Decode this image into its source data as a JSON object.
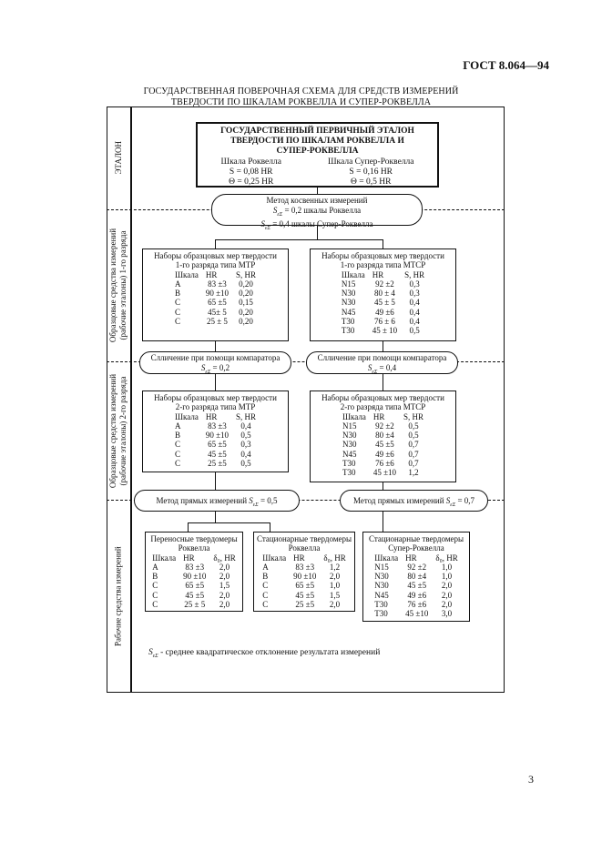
{
  "header": {
    "doc_id": "ГОСТ 8.064—94"
  },
  "title": {
    "line1": "ГОСУДАРСТВЕННАЯ ПОВЕРОЧНАЯ СХЕМА ДЛЯ СРЕДСТВ ИЗМЕРЕНИЙ",
    "line2": "ТВЕРДОСТИ ПО ШКАЛАМ РОКВЕЛЛА И СУПЕР-РОКВЕЛЛА"
  },
  "side_labels": {
    "etalon": "ЭТАЛОН",
    "first_rank_line1": "Образцовые средства измерений",
    "first_rank_line2": "(рабочие эталоны) 1-го разряда",
    "second_rank_line1": "Образцовые средства измерений",
    "second_rank_line2": "(рабочие эталоны) 2-го разряда",
    "working": "Рабочие средства измерений"
  },
  "etalon": {
    "line1": "ГОСУДАРСТВЕННЫЙ ПЕРВИЧНЫЙ ЭТАЛОН",
    "line2": "ТВЕРДОСТИ ПО ШКАЛАМ РОКВЕЛЛА И",
    "line3": "СУПЕР-РОКВЕЛЛА",
    "rockwell_label": "Шкала Роквелла",
    "super_label": "Шкала Супер-Роквелла",
    "rockwell_s": "S = 0,08 HR",
    "rockwell_theta": "Θ = 0,25 HR",
    "super_s": "S = 0,16 HR",
    "super_theta": "Θ = 0,5 HR"
  },
  "indirect": {
    "title": "Метод косвенных измерений",
    "line1_suffix": " = 0,2 шкалы Роквелла",
    "line2_suffix": " = 0,4 шкалы Супер-Роквелла"
  },
  "sym": {
    "s": "S",
    "sub": "εΣ"
  },
  "first_rank_mtr": {
    "line1": "Наборы образцовых мер твердости",
    "line2": "1-го разряда типа МТР",
    "columns": [
      "Шкала",
      "HR",
      "S, HR"
    ],
    "rows": [
      [
        "A",
        "83 ±3",
        "0,20"
      ],
      [
        "B",
        "90 ±10",
        "0,20"
      ],
      [
        "C",
        "65 ±5",
        "0,15"
      ],
      [
        "C",
        "45± 5",
        "0,20"
      ],
      [
        "C",
        "25 ± 5",
        "0,20"
      ]
    ]
  },
  "first_rank_mtsr": {
    "line1": "Наборы образцовых мер твердости",
    "line2": "1-го разряда типа МТСР",
    "columns": [
      "Шкала",
      "HR",
      "S, HR"
    ],
    "rows": [
      [
        "N15",
        "92 ±2",
        "0,3"
      ],
      [
        "N30",
        "80 ± 4",
        "0,3"
      ],
      [
        "N30",
        "45 ± 5",
        "0,4"
      ],
      [
        "N45",
        "49 ±6",
        "0,4"
      ],
      [
        "T30",
        "76 ± 6",
        "0,4"
      ],
      [
        "T30",
        "45 ± 10",
        "0,5"
      ]
    ]
  },
  "comparator_left": {
    "title": "Слличение при помощи компаратора",
    "value_suffix": " = 0,2"
  },
  "comparator_right": {
    "title": "Слличение при помощи компаратора",
    "value_suffix": " = 0,4"
  },
  "second_rank_mtr": {
    "line1": "Наборы образцовых мер твердости",
    "line2": "2-го разряда типа МТР",
    "columns": [
      "Шкала",
      "HR",
      "S, HR"
    ],
    "rows": [
      [
        "A",
        "83 ±3",
        "0,4"
      ],
      [
        "B",
        "90 ±10",
        "0,5"
      ],
      [
        "C",
        "65 ±5",
        "0,3"
      ],
      [
        "C",
        "45 ±5",
        "0,4"
      ],
      [
        "C",
        "25 ±5",
        "0,5"
      ]
    ]
  },
  "second_rank_mtsr": {
    "line1": "Наборы образцовых мер твердости",
    "line2": "2-го разряда типа МТСР",
    "columns": [
      "Шкала",
      "HR",
      "S, HR"
    ],
    "rows": [
      [
        "N15",
        "92 ±2",
        "0,5"
      ],
      [
        "N30",
        "80 ±4",
        "0,5"
      ],
      [
        "N30",
        "45 ±5",
        "0,7"
      ],
      [
        "N45",
        "49 ±6",
        "0,7"
      ],
      [
        "T30",
        "76 ±6",
        "0,7"
      ],
      [
        "T30",
        "45 ±10",
        "1,2"
      ]
    ]
  },
  "direct_left": {
    "title": "Метод прямых измерений ",
    "value_suffix": " = 0,5"
  },
  "direct_right": {
    "title": "Метод прямых измерений ",
    "value_suffix": " = 0,7"
  },
  "portable": {
    "line1": "Переносные твердомеры",
    "line2": "Роквелла",
    "columns": [
      "Шкала",
      "HR",
      "δ₀, HR"
    ],
    "rows": [
      [
        "A",
        "83 ±3",
        "2,0"
      ],
      [
        "B",
        "90 ±10",
        "2,0"
      ],
      [
        "C",
        "65 ±5",
        "1,5"
      ],
      [
        "C",
        "45 ±5",
        "2,0"
      ],
      [
        "C",
        "25 ± 5",
        "2,0"
      ]
    ]
  },
  "stationary_r": {
    "line1": "Стационарные твердомеры",
    "line2": "Роквелла",
    "columns": [
      "Шкала",
      "HR",
      "δ₀, HR"
    ],
    "rows": [
      [
        "A",
        "83 ±3",
        "1,2"
      ],
      [
        "B",
        "90 ±10",
        "2,0"
      ],
      [
        "C",
        "65 ±5",
        "1,0"
      ],
      [
        "C",
        "45 ±5",
        "1,5"
      ],
      [
        "C",
        "25 ±5",
        "2,0"
      ]
    ]
  },
  "stationary_sr": {
    "line1": "Стационарные твердомеры",
    "line2": "Супер-Роквелла",
    "columns": [
      "Шкала",
      "HR",
      "δ₀, HR"
    ],
    "rows": [
      [
        "N15",
        "92 ±2",
        "1,0"
      ],
      [
        "N30",
        "80 ±4",
        "1,0"
      ],
      [
        "N30",
        "45 ±5",
        "2,0"
      ],
      [
        "N45",
        "49 ±6",
        "2,0"
      ],
      [
        "T30",
        "76 ±6",
        "2,0"
      ],
      [
        "T30",
        "45 ±10",
        "3,0"
      ]
    ]
  },
  "footnote": {
    "text": " - среднее квадратическое отклонение результата измерений"
  },
  "page_number": "3"
}
